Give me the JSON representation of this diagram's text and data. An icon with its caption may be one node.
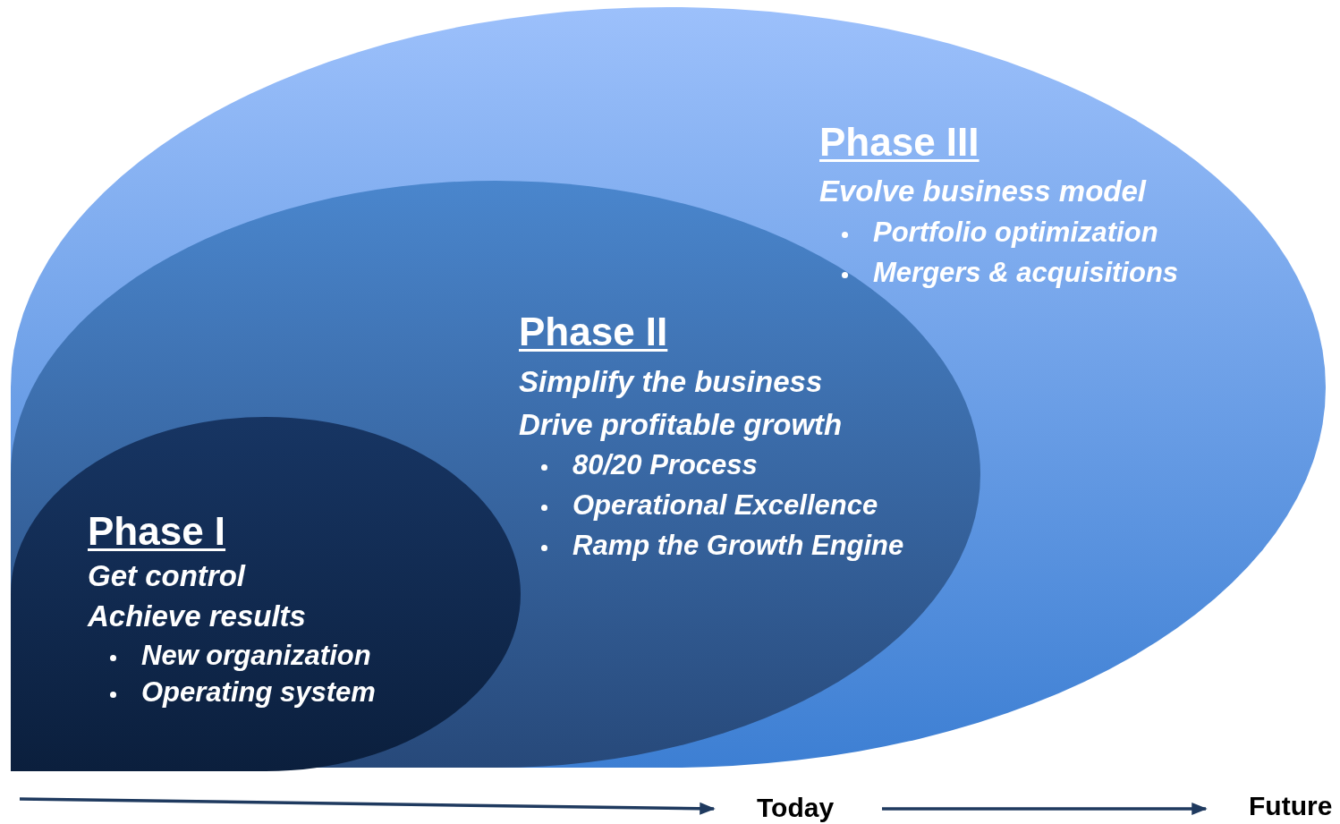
{
  "diagram": {
    "nodes": [
      {
        "text": [
          "Phase III",
          "Evolve business model",
          "Portfolio optimization",
          "Mergers & acquisitions"
        ]
      },
      {
        "text": [
          "Phase II",
          "Simplify the business",
          "Drive profitable growth",
          "80/20 Process",
          "Operational Excellence",
          "Ramp the Growth Engine"
        ],
        "in": 0
      },
      {
        "text": [
          "Phase I",
          "Get control",
          "Achieve results",
          "New organization",
          "Operating system"
        ],
        "in": 1
      },
      {
        "text": [
          "Today"
        ]
      },
      {
        "text": [
          "Future"
        ]
      }
    ],
    "edges": [
      {
        "from": null,
        "to": 3,
        "arrow": "to"
      },
      {
        "from": 3,
        "to": 4,
        "arrow": "to"
      }
    ]
  }
}
